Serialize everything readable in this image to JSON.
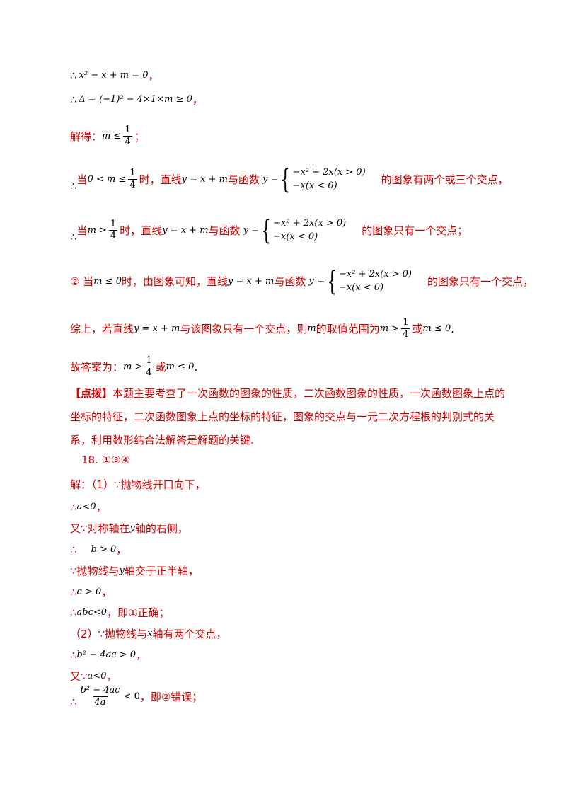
{
  "line1": {
    "therefore": "∴",
    "expr": "x² − x + m = 0",
    "tail": "，"
  },
  "line2": {
    "therefore": "∴",
    "expr": "Δ = (−1)² − 4×1×m ≥ 0",
    "tail": "，"
  },
  "line3": {
    "text": "解得：",
    "ineq": "m ≤",
    "num": "1",
    "den": "4",
    "tail": "；"
  },
  "piecewise": {
    "y": "y =",
    "case1": "−x² + 2x(x > 0)",
    "case2": "−x(x < 0)"
  },
  "line4": {
    "therefore": "∴",
    "t1": "当",
    "ineq": "0 < m ≤",
    "num": "1",
    "den": "4",
    "t2": "时，直线",
    "eq": "y = x + m",
    "t3": "与函数",
    "t4": "的图象有两个或三个交点，"
  },
  "line5": {
    "therefore": "∴",
    "t1": "当",
    "ineq": "m >",
    "num": "1",
    "den": "4",
    "t2": "时，直线",
    "eq": "y = x + m",
    "t3": "与函数",
    "t4": "的图象只有一个交点；"
  },
  "line6": {
    "t1": "② 当",
    "ineq": "m ≤ 0",
    "t2": "时，由图象可知，直线",
    "eq": "y = x + m",
    "t3": "与函数",
    "t4": "的图象只有一个交点，"
  },
  "line7": {
    "t1": "综上，若直线",
    "eq": "y = x + m",
    "t2": "与该图象只有一个交点，则",
    "var": "m",
    "t3": "的取值范围为",
    "ineq": "m >",
    "num": "1",
    "den": "4",
    "t4": "或",
    "ineq2": "m ≤ 0",
    "t5": "."
  },
  "line8": {
    "t1": "故答案为：",
    "ineq": "m >",
    "num": "1",
    "den": "4",
    "t2": "或",
    "ineq2": "m ≤ 0",
    "t3": "."
  },
  "tip": {
    "tag": "【点拨】",
    "text": "本题主要考查了一次函数的图象的性质，二次函数图象的性质，一次函数图象上点的坐标的特征，二次函数图象上点的坐标的特征，图象的交点与一元二次方程根的判别式的关系，利用数形结合法解答是解题的关键."
  },
  "q18": {
    "text": "18. ①③④"
  },
  "sol": [
    {
      "t1": "解：（1）∵抛物线开口向下，"
    },
    {
      "t1": "∴",
      "m": "a<0",
      "t2": "，"
    },
    {
      "t1": "又∵对称轴在",
      "m": "y",
      "t2": "轴的右侧，"
    },
    {
      "t1": "∴",
      "m": "b > 0",
      "t2": "，"
    },
    {
      "t1": "∵抛物线与",
      "m": "y",
      "t2": "轴交于正半轴，"
    },
    {
      "t1": "∴",
      "m": "c > 0",
      "t2": "，"
    },
    {
      "t1": "∴",
      "m": "abc<0",
      "t2": "，即①正确；"
    },
    {
      "t1": "（2）∵抛物线与",
      "m": "x",
      "t2": "轴有两个交点，"
    },
    {
      "t1": "∴",
      "m": "b² − 4ac > 0",
      "t2": "，"
    },
    {
      "t1": "又∵",
      "m": "a<0",
      "t2": "，"
    }
  ],
  "last": {
    "t1": "∴",
    "num": "b² − 4ac",
    "den": "4a",
    "ineq": "< 0",
    "t2": "，即②错误；"
  }
}
